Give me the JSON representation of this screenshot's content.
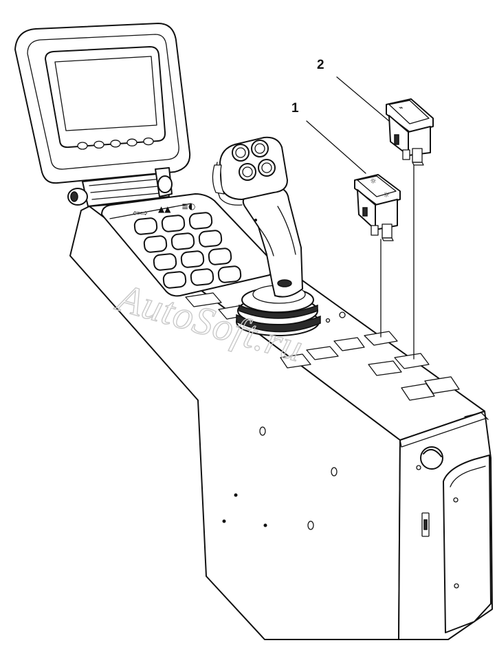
{
  "callouts": [
    {
      "number": "1",
      "part": "rocker-switch-1"
    },
    {
      "number": "2",
      "part": "rocker-switch-2"
    }
  ],
  "watermark": "AutoSoft.ru",
  "keypad": {
    "rows": 4,
    "cols": 3
  },
  "monitor": {
    "buttons": 5
  },
  "colors": {
    "line": "#111111",
    "background": "#ffffff",
    "watermark": "#c9c9c9"
  }
}
